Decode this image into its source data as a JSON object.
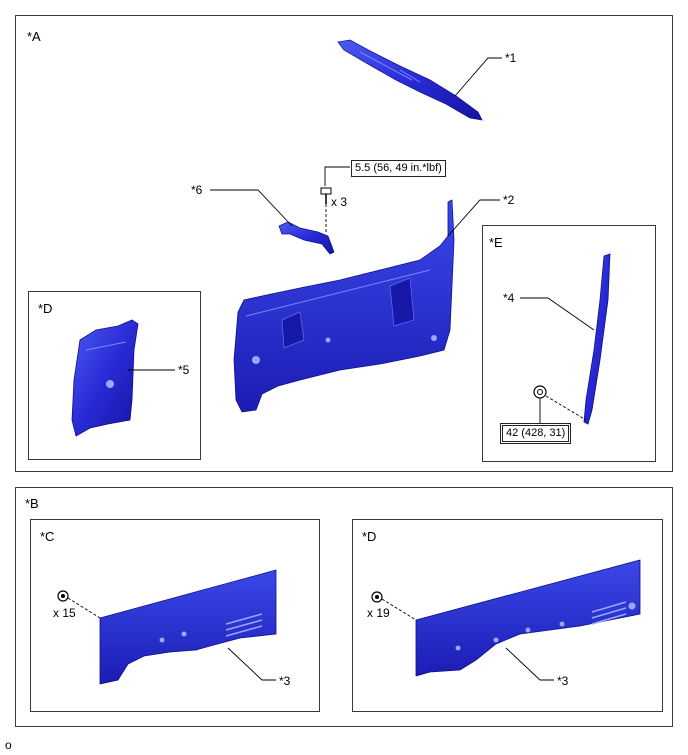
{
  "panels": {
    "a": {
      "label": "*A"
    },
    "d_inset": {
      "label": "*D"
    },
    "e_inset": {
      "label": "*E"
    },
    "b": {
      "label": "*B"
    },
    "c": {
      "label": "*C"
    },
    "d_lower": {
      "label": "*D"
    }
  },
  "callouts": {
    "p1": "*1",
    "p2": "*2",
    "p4": "*4",
    "p5": "*5",
    "p6": "*6",
    "p3_left": "*3",
    "p3_right": "*3"
  },
  "torque": {
    "bolt": "5.5 (56, 49 in.*lbf)",
    "nut": "42 (428, 31)"
  },
  "quantities": {
    "bolt": "x 3",
    "clips_left": "x 15",
    "clips_right": "x 19"
  },
  "footer_mark": "o",
  "colors": {
    "part_blue": "#2a2ad6",
    "part_dark": "#1414a0",
    "part_light": "#5a6cf0",
    "frame": "#3a3a3a"
  },
  "icons": [
    "bolt-icon",
    "nut-icon",
    "clip-icon"
  ]
}
